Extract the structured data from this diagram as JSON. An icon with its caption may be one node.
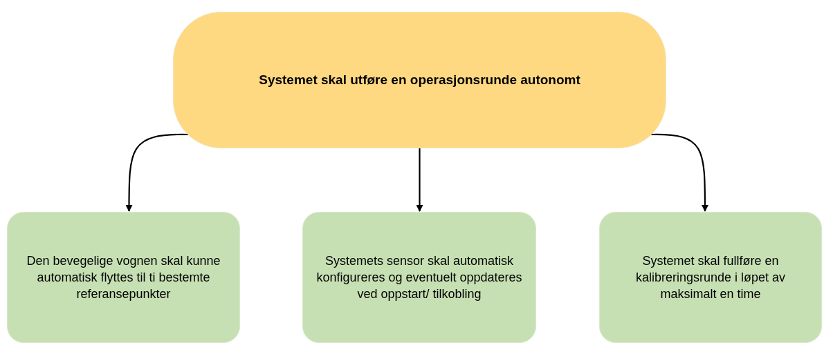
{
  "diagram": {
    "nodes": [
      {
        "text": [
          "Systemet skal utføre en operasjonsrunde autonomt"
        ]
      },
      {
        "text": [
          "Den bevegelige vognen skal kunne automatisk flyttes til ti bestemte referansepunkter"
        ]
      },
      {
        "text": [
          "Systemets sensor skal automatisk konfigureres og eventuelt oppdateres ved oppstart/ tilkobling"
        ]
      },
      {
        "text": [
          "Systemet skal fullføre en kalibreringsrunde i løpet av maksimalt en time"
        ]
      }
    ],
    "edges": [
      {
        "from": 0,
        "to": 1,
        "arrow": "to"
      },
      {
        "from": 0,
        "to": 2,
        "arrow": "to"
      },
      {
        "from": 0,
        "to": 3,
        "arrow": "to"
      }
    ]
  }
}
